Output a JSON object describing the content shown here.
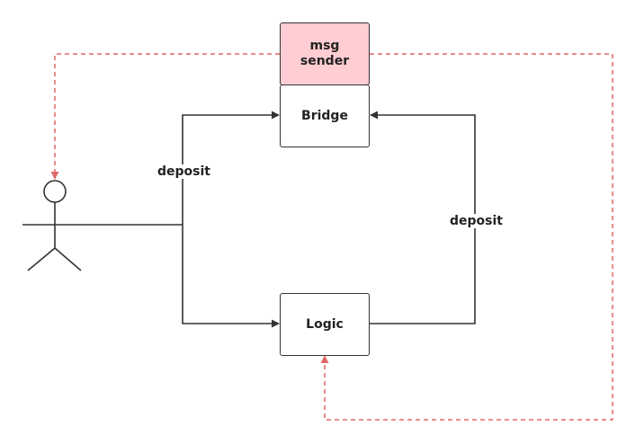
{
  "nodes": {
    "msg_sender": {
      "line1": "msg",
      "line2": "sender",
      "fill": "#ffcdd2"
    },
    "bridge": {
      "label": "Bridge"
    },
    "logic": {
      "label": "Logic"
    }
  },
  "edges": {
    "user_to_bridge": {
      "label": "deposit"
    },
    "logic_to_bridge": {
      "label": "deposit"
    }
  },
  "colors": {
    "line": "#333333",
    "dashed": "#e06666",
    "sender_fill": "#ffcdd2"
  },
  "icons": {
    "actor": "stick-figure-icon"
  }
}
